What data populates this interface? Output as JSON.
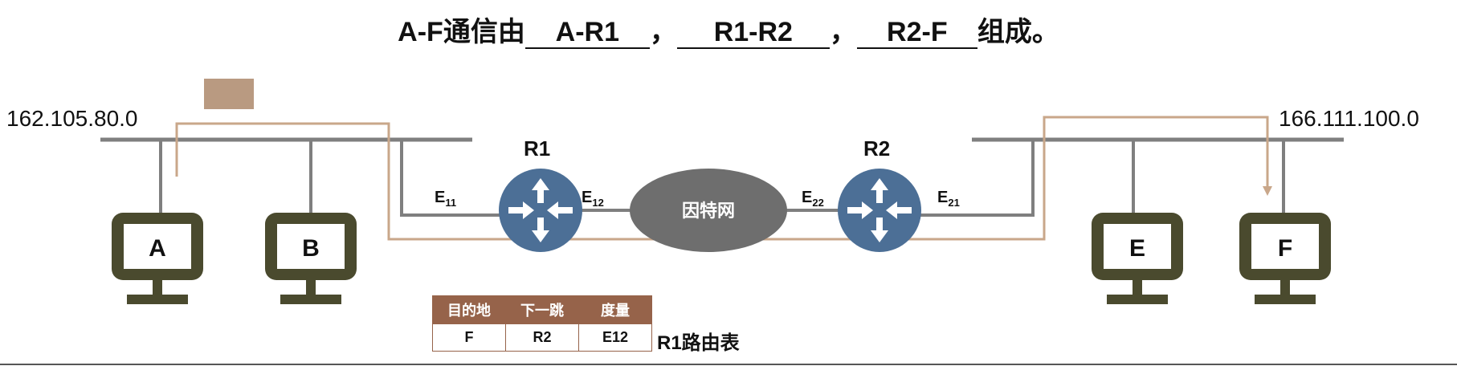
{
  "title": {
    "prefix": "A-F通信由",
    "blank1": "A-R1",
    "sep1": "，",
    "blank2": "R1-R2",
    "sep2": "，",
    "blank3": "R2-F",
    "suffix": "组成。"
  },
  "networks": {
    "left": "162.105.80.0",
    "right": "166.111.100.0"
  },
  "routers": [
    {
      "name": "R1"
    },
    {
      "name": "R2"
    }
  ],
  "interfaces": [
    {
      "base": "E",
      "sub": "11"
    },
    {
      "base": "E",
      "sub": "12"
    },
    {
      "base": "E",
      "sub": "22"
    },
    {
      "base": "E",
      "sub": "21"
    }
  ],
  "internet_label": "因特网",
  "hosts": [
    {
      "name": "A"
    },
    {
      "name": "B"
    },
    {
      "name": "E"
    },
    {
      "name": "F"
    }
  ],
  "routing_table": {
    "headers": [
      "目的地",
      "下一跳",
      "度量"
    ],
    "rows": [
      [
        "F",
        "R2",
        "E12"
      ]
    ],
    "label": "R1路由表"
  },
  "colors": {
    "line": "#7f7f7f",
    "path": "#c9a78a",
    "router": "#4c6f96",
    "internet": "#6e6e6e",
    "host": "#4a4a2e",
    "table_header": "#96634a",
    "legend": "#b99a81"
  }
}
